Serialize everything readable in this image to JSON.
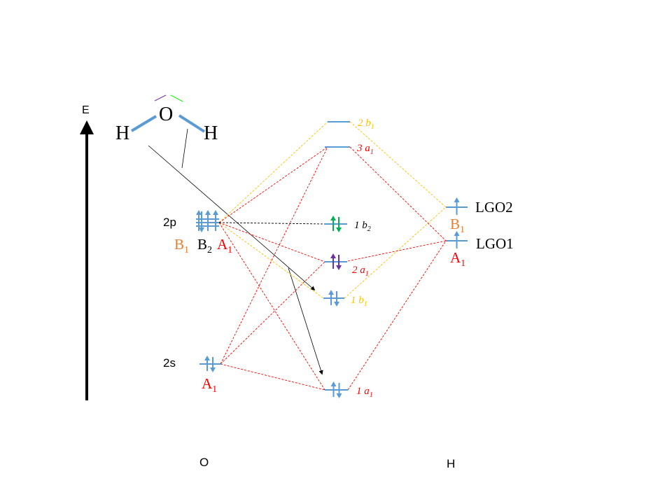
{
  "axis": {
    "label": "E"
  },
  "molecule": {
    "atom_h1": "H",
    "atom_o": "O",
    "atom_h2": "H"
  },
  "oxygen": {
    "label_2p": "2p",
    "label_2s": "2s",
    "sym_b1": "B",
    "sym_b1_sub": "1",
    "sym_b2": "B",
    "sym_b2_sub": "2",
    "sym_a1": "A",
    "sym_a1_sub": "1",
    "sym_2s_a1": "A",
    "sym_2s_a1_sub": "1",
    "bottom_label": "O"
  },
  "mos": [
    {
      "num": "2 ",
      "sym": "b",
      "sub": "1",
      "color": "#ffc000"
    },
    {
      "num": "3 ",
      "sym": "a",
      "sub": "1",
      "color": "#ff0000"
    },
    {
      "num": "1 ",
      "sym": "b",
      "sub": "2",
      "color": "#000000"
    },
    {
      "num": "2 ",
      "sym": "a",
      "sub": "1",
      "color": "#ff0000"
    },
    {
      "num": "1 ",
      "sym": "b",
      "sub": "1",
      "color": "#ffc000"
    },
    {
      "num": "1 ",
      "sym": "a",
      "sub": "1",
      "color": "#ff0000"
    }
  ],
  "hydrogen": {
    "lgo2": "LGO2",
    "lgo2_sym": "B",
    "lgo2_sub": "1",
    "lgo1": "LGO1",
    "lgo1_sym": "A",
    "lgo1_sub": "1",
    "bottom_label": "H"
  },
  "colors": {
    "red": "#ff0000",
    "yellow": "#ffc000",
    "orange": "#ed7d31",
    "blue": "#5b9bd5",
    "green": "#00b050",
    "purple": "#7030a0"
  }
}
